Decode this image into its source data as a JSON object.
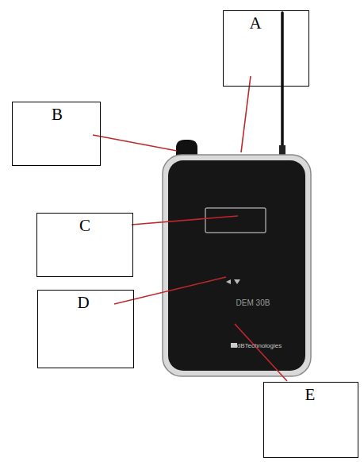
{
  "diagram": {
    "nodes": [
      {
        "text": [
          "A"
        ]
      },
      {
        "text": [
          "B"
        ]
      },
      {
        "text": [
          "C"
        ]
      },
      {
        "text": [
          "D"
        ]
      },
      {
        "text": [
          "E"
        ]
      }
    ],
    "labels": [
      "DEM 30B",
      "dBTechnologies"
    ]
  }
}
